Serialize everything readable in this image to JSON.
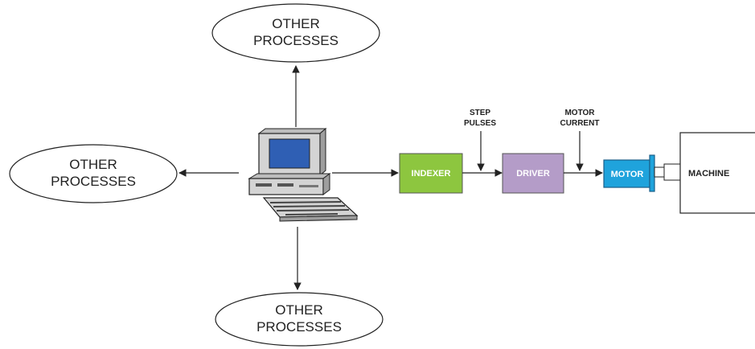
{
  "processes": {
    "top": {
      "line1": "OTHER",
      "line2": "PROCESSES"
    },
    "left": {
      "line1": "OTHER",
      "line2": "PROCESSES"
    },
    "bottom": {
      "line1": "OTHER",
      "line2": "PROCESSES"
    }
  },
  "chain": {
    "indexer": "INDEXER",
    "driver": "DRIVER",
    "motor": "MOTOR",
    "machine": "MACHINE"
  },
  "signals": {
    "step_pulses": {
      "line1": "STEP",
      "line2": "PULSES"
    },
    "motor_current": {
      "line1": "MOTOR",
      "line2": "CURRENT"
    }
  },
  "colors": {
    "indexer": "#8dc63f",
    "driver": "#b49cc8",
    "motor": "#1fa3dc",
    "screen": "#2f5fb4",
    "computer_body": "#d4d4d4"
  },
  "icons": {
    "computer": "desktop-computer-icon"
  }
}
